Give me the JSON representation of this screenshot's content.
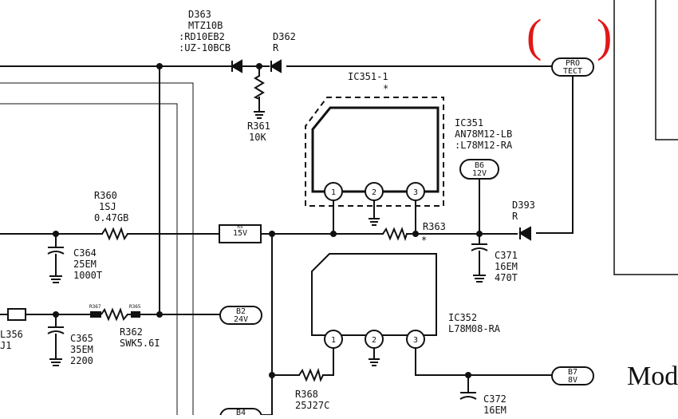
{
  "schematic": {
    "d363": {
      "ref": "D363",
      "lines": [
        "MTZ10B",
        ":RD10EB2",
        ":UZ-10BCB"
      ]
    },
    "d362": {
      "ref": "D362",
      "value": "R"
    },
    "r361": {
      "ref": "R361",
      "value": "10K"
    },
    "ic351_1": {
      "ref": "IC351-1",
      "mark": "*"
    },
    "ic351": {
      "ref": "IC351",
      "lines": [
        "AN78M12-LB",
        ":L78M12-RA"
      ]
    },
    "ic352": {
      "ref": "IC352",
      "value": "L78M08-RA"
    },
    "r360": {
      "ref": "R360",
      "lines": [
        "1SJ",
        "0.47GB"
      ]
    },
    "r5": {
      "ref": "R5",
      "value": "15V"
    },
    "r363": {
      "ref": "R363",
      "mark": "*"
    },
    "d393": {
      "ref": "D393",
      "value": "R"
    },
    "c364": {
      "ref": "C364",
      "lines": [
        "25EM",
        "1000T"
      ]
    },
    "c365": {
      "ref": "C365",
      "lines": [
        "35EM",
        "2200"
      ]
    },
    "c371": {
      "ref": "C371",
      "lines": [
        "16EM",
        "470T"
      ]
    },
    "c372": {
      "ref": "C372",
      "lines": [
        "16EM"
      ]
    },
    "l356": {
      "ref": "L356",
      "sub": "J1"
    },
    "r362": {
      "ref": "R362",
      "value": "SWK5.6I"
    },
    "r368": {
      "ref": "R368",
      "value": "25J27C"
    },
    "tiny_labels": {
      "a": "R367",
      "b": "R365"
    },
    "pins": [
      "1",
      "2",
      "3"
    ],
    "connectors": {
      "protect": {
        "top": "PRO",
        "bottom": "TECT"
      },
      "b6": {
        "top": "B6",
        "bottom": "12V"
      },
      "b2": {
        "top": "B2",
        "bottom": "24V"
      },
      "b7": {
        "top": "B7",
        "bottom": "8V"
      },
      "b4": {
        "top": "B4",
        "bottom": ""
      }
    },
    "annotation": {
      "open": "(",
      "close": ")"
    },
    "side_text": "Mod"
  }
}
